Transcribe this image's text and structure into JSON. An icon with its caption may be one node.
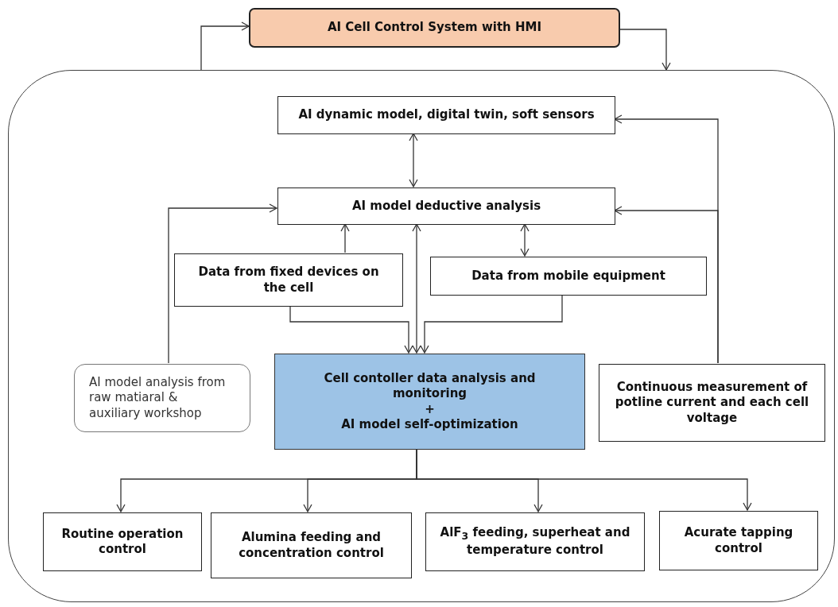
{
  "diagram": {
    "nodes": [
      {
        "text": [
          "AI Cell Control System with HMI"
        ]
      },
      {
        "text": [],
        "shape": "box"
      },
      {
        "text": [
          "AI dynamic model, digital twin, soft sensors"
        ],
        "in": 1
      },
      {
        "text": [
          "AI model deductive analysis"
        ],
        "in": 1
      },
      {
        "text": [
          "Data from fixed devices on the cell"
        ],
        "in": 1
      },
      {
        "text": [
          "Data from mobile equipment"
        ],
        "in": 1
      },
      {
        "text": [
          "AI model analysis from raw matiaral & auxiliary workshop"
        ],
        "in": 1
      },
      {
        "text": [
          "Cell contoller data analysis and monitoring",
          "+",
          "AI model self-optimization"
        ],
        "in": 1
      },
      {
        "text": [
          "Continuous measurement of potline current and each cell voltage"
        ],
        "in": 1
      },
      {
        "text": [
          "Routine operation control"
        ],
        "in": 1
      },
      {
        "text": [
          "Alumina feeding and concentration control"
        ],
        "in": 1
      },
      {
        "text": [
          "AlF$_{3}$ feeding, superheat and temperature control"
        ],
        "in": 1
      },
      {
        "text": [
          "Acurate tapping control"
        ],
        "in": 1
      }
    ],
    "edges": [
      {
        "from": 1,
        "to": 0,
        "arrow": "to"
      },
      {
        "from": 0,
        "to": 1,
        "arrow": "to"
      },
      {
        "from": 2,
        "to": 3,
        "arrow": "both"
      },
      {
        "from": 4,
        "to": 3,
        "arrow": "to"
      },
      {
        "from": 5,
        "to": 3,
        "arrow": "both"
      },
      {
        "from": 3,
        "to": 7,
        "arrow": "both"
      },
      {
        "from": 4,
        "to": 7,
        "arrow": "to"
      },
      {
        "from": 5,
        "to": 7,
        "arrow": "to"
      },
      {
        "from": 6,
        "to": 3,
        "arrow": "to"
      },
      {
        "from": 8,
        "to": 2,
        "arrow": "to"
      },
      {
        "from": 8,
        "to": 3,
        "arrow": "to"
      },
      {
        "from": 7,
        "to": 9,
        "arrow": "to"
      },
      {
        "from": 7,
        "to": 10,
        "arrow": "to"
      },
      {
        "from": 7,
        "to": 11,
        "arrow": "to"
      },
      {
        "from": 7,
        "to": 12,
        "arrow": "to"
      }
    ]
  }
}
